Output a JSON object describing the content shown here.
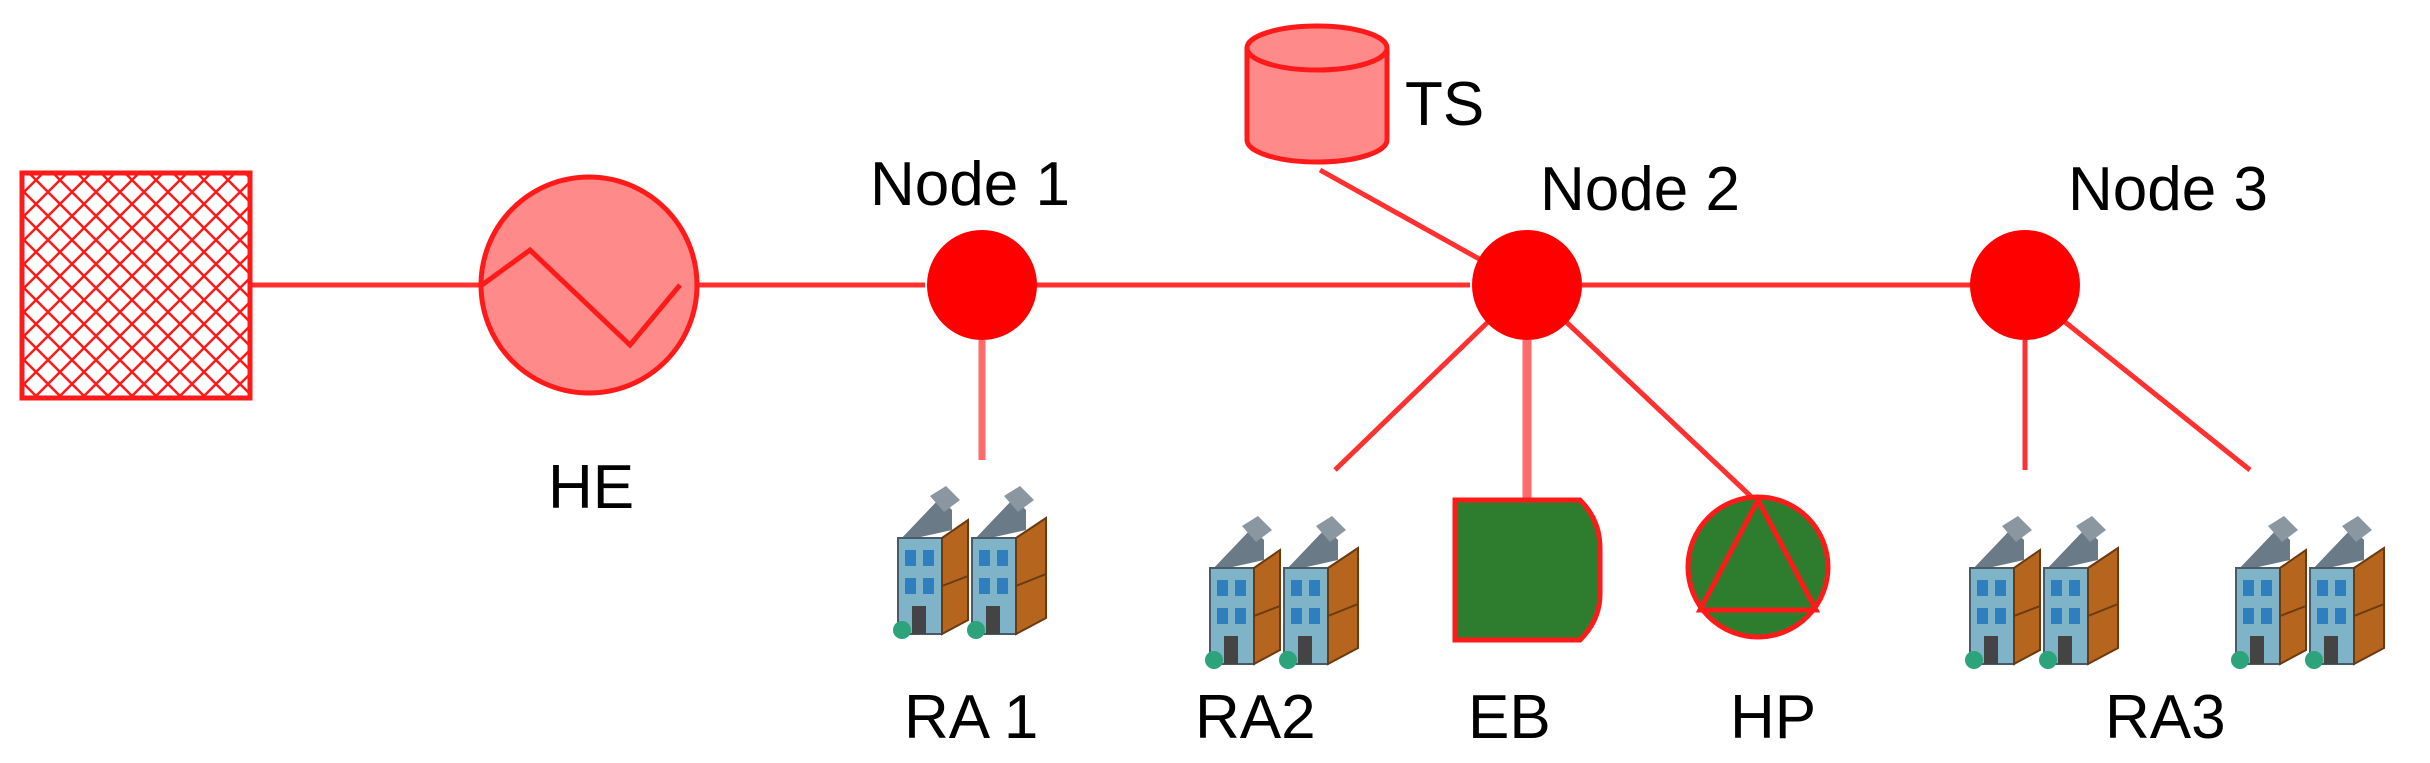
{
  "colors": {
    "line": "#ff3030",
    "node_fill": "#ff0000",
    "shape_fill": "#ff8a8a",
    "shape_stroke": "#ff1a1a",
    "green": "#2e7d2e",
    "house_brick": "#b5651d",
    "house_front": "#7fb3c8",
    "house_roof": "#6a7a86"
  },
  "nodes": [
    {
      "id": "node1",
      "label": "Node 1"
    },
    {
      "id": "node2",
      "label": "Node 2"
    },
    {
      "id": "node3",
      "label": "Node 3"
    }
  ],
  "components": {
    "source": {
      "icon": "crosshatch-grid-icon"
    },
    "he": {
      "label": "HE",
      "icon": "heat-exchanger-icon"
    },
    "ts": {
      "label": "TS",
      "icon": "cylinder-storage-icon"
    },
    "eb": {
      "label": "EB",
      "icon": "electric-boiler-icon"
    },
    "hp": {
      "label": "HP",
      "icon": "heat-pump-icon"
    }
  },
  "residential_areas": [
    {
      "id": "ra1",
      "label": "RA 1",
      "icon": "houses-icon"
    },
    {
      "id": "ra2",
      "label": "RA2",
      "icon": "houses-icon"
    },
    {
      "id": "ra3",
      "label": "RA3",
      "icon": "houses-icon"
    }
  ]
}
